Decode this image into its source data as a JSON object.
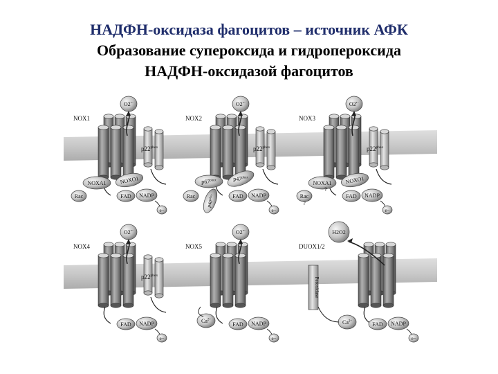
{
  "slide": {
    "title_line1": "НАДФН-оксидаза фагоцитов – источник АФК",
    "title_line2": "Образование  супероксида и гидропероксида",
    "title_line3": "НАДФН-оксидазой фагоцитов"
  },
  "diagram": {
    "panels": [
      {
        "name": "NOX1",
        "product": "O2",
        "product_sup": "•−",
        "p22": "p22",
        "p22_sup": "phox",
        "cofactors": [
          "FAD",
          "NADP",
          "e−"
        ],
        "regulators": [
          "NOXA1",
          "NOXO1",
          "Rac"
        ]
      },
      {
        "name": "NOX2",
        "product": "O2",
        "product_sup": "•−",
        "p22": "p22",
        "p22_sup": "phox",
        "cofactors": [
          "FAD",
          "NADP",
          "e−"
        ],
        "regulators": [
          "p67phox",
          "p47phox",
          "p40phox",
          "Rac"
        ]
      },
      {
        "name": "NOX3",
        "product": "O2",
        "product_sup": "•−",
        "p22": "p22",
        "p22_sup": "phox",
        "cofactors": [
          "FAD",
          "NADP",
          "e−"
        ],
        "regulators": [
          "NOXA1",
          "NOXO1",
          "Rac",
          "?",
          "?"
        ]
      },
      {
        "name": "NOX4",
        "product": "O2",
        "product_sup": "•−",
        "p22": "p22",
        "p22_sup": "phox",
        "cofactors": [
          "FAD",
          "NADP",
          "e−"
        ],
        "regulators": []
      },
      {
        "name": "NOX5",
        "product": "O2",
        "product_sup": "•−",
        "p22": "",
        "p22_sup": "",
        "cofactors": [
          "FAD",
          "NADP",
          "e−"
        ],
        "regulators": [
          "Ca2+"
        ]
      },
      {
        "name": "DUOX1/2",
        "product": "H2O2",
        "product_sup": "",
        "p22": "",
        "p22_sup": "",
        "cofactors": [
          "FAD",
          "NADP",
          "e−"
        ],
        "regulators": [
          "Ca2+",
          "Peroxidase"
        ]
      }
    ]
  }
}
